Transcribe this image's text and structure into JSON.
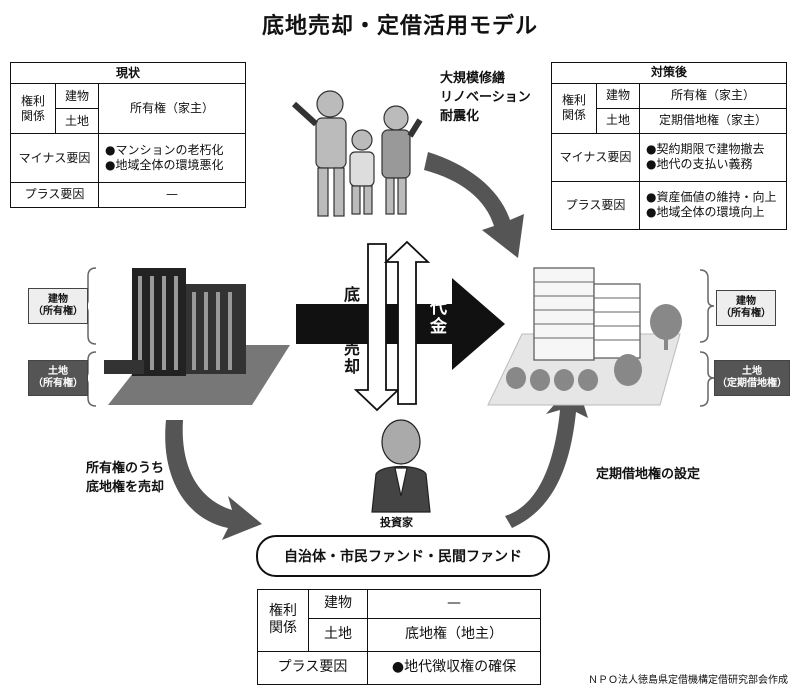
{
  "title": "底地売却・定借活用モデル",
  "current": {
    "header": "現状",
    "rights_label": "権利\n関係",
    "building_label": "建物",
    "land_label": "土地",
    "ownership": "所有権（家主）",
    "minus_label": "マイナス要因",
    "minus_items": [
      "●マンションの老朽化",
      "●地域全体の環境悪化"
    ],
    "plus_label": "プラス要因",
    "plus_value": "—"
  },
  "after": {
    "header": "対策後",
    "rights_label": "権利\n関係",
    "building_label": "建物",
    "land_label": "土地",
    "building_value": "所有権（家主）",
    "land_value": "定期借地権（家主）",
    "minus_label": "マイナス要因",
    "minus_items": [
      "●契約期限で建物撤去",
      "●地代の支払い義務"
    ],
    "plus_label": "プラス要因",
    "plus_items": [
      "●資産価値の維持・向上",
      "●地域全体の環境向上"
    ]
  },
  "renovation_label": [
    "大規模修繕",
    "リノベーション",
    "耐震化"
  ],
  "flow": {
    "sale": "底地権売却",
    "payment": "代金"
  },
  "left_tags": {
    "building": [
      "建物",
      "（所有権）"
    ],
    "land": [
      "土地",
      "（所有権）"
    ]
  },
  "right_tags": {
    "building": [
      "建物",
      "（所有権）"
    ],
    "land": [
      "土地",
      "（定期借地権）"
    ]
  },
  "sell_label": [
    "所有権のうち",
    "底地権を売却"
  ],
  "lease_label": "定期借地権の設定",
  "investor_label": "投資家",
  "fund_label": "自治体・市民ファンド・民間ファンド",
  "fund_table": {
    "rights_label": "権利\n関係",
    "building_label": "建物",
    "land_label": "土地",
    "building_value": "—",
    "land_value": "底地権（地主）",
    "plus_label": "プラス要因",
    "plus_value": "●地代徴収権の確保"
  },
  "credit": "ＮＰＯ法人徳島県定借機構定借研究部会作成"
}
